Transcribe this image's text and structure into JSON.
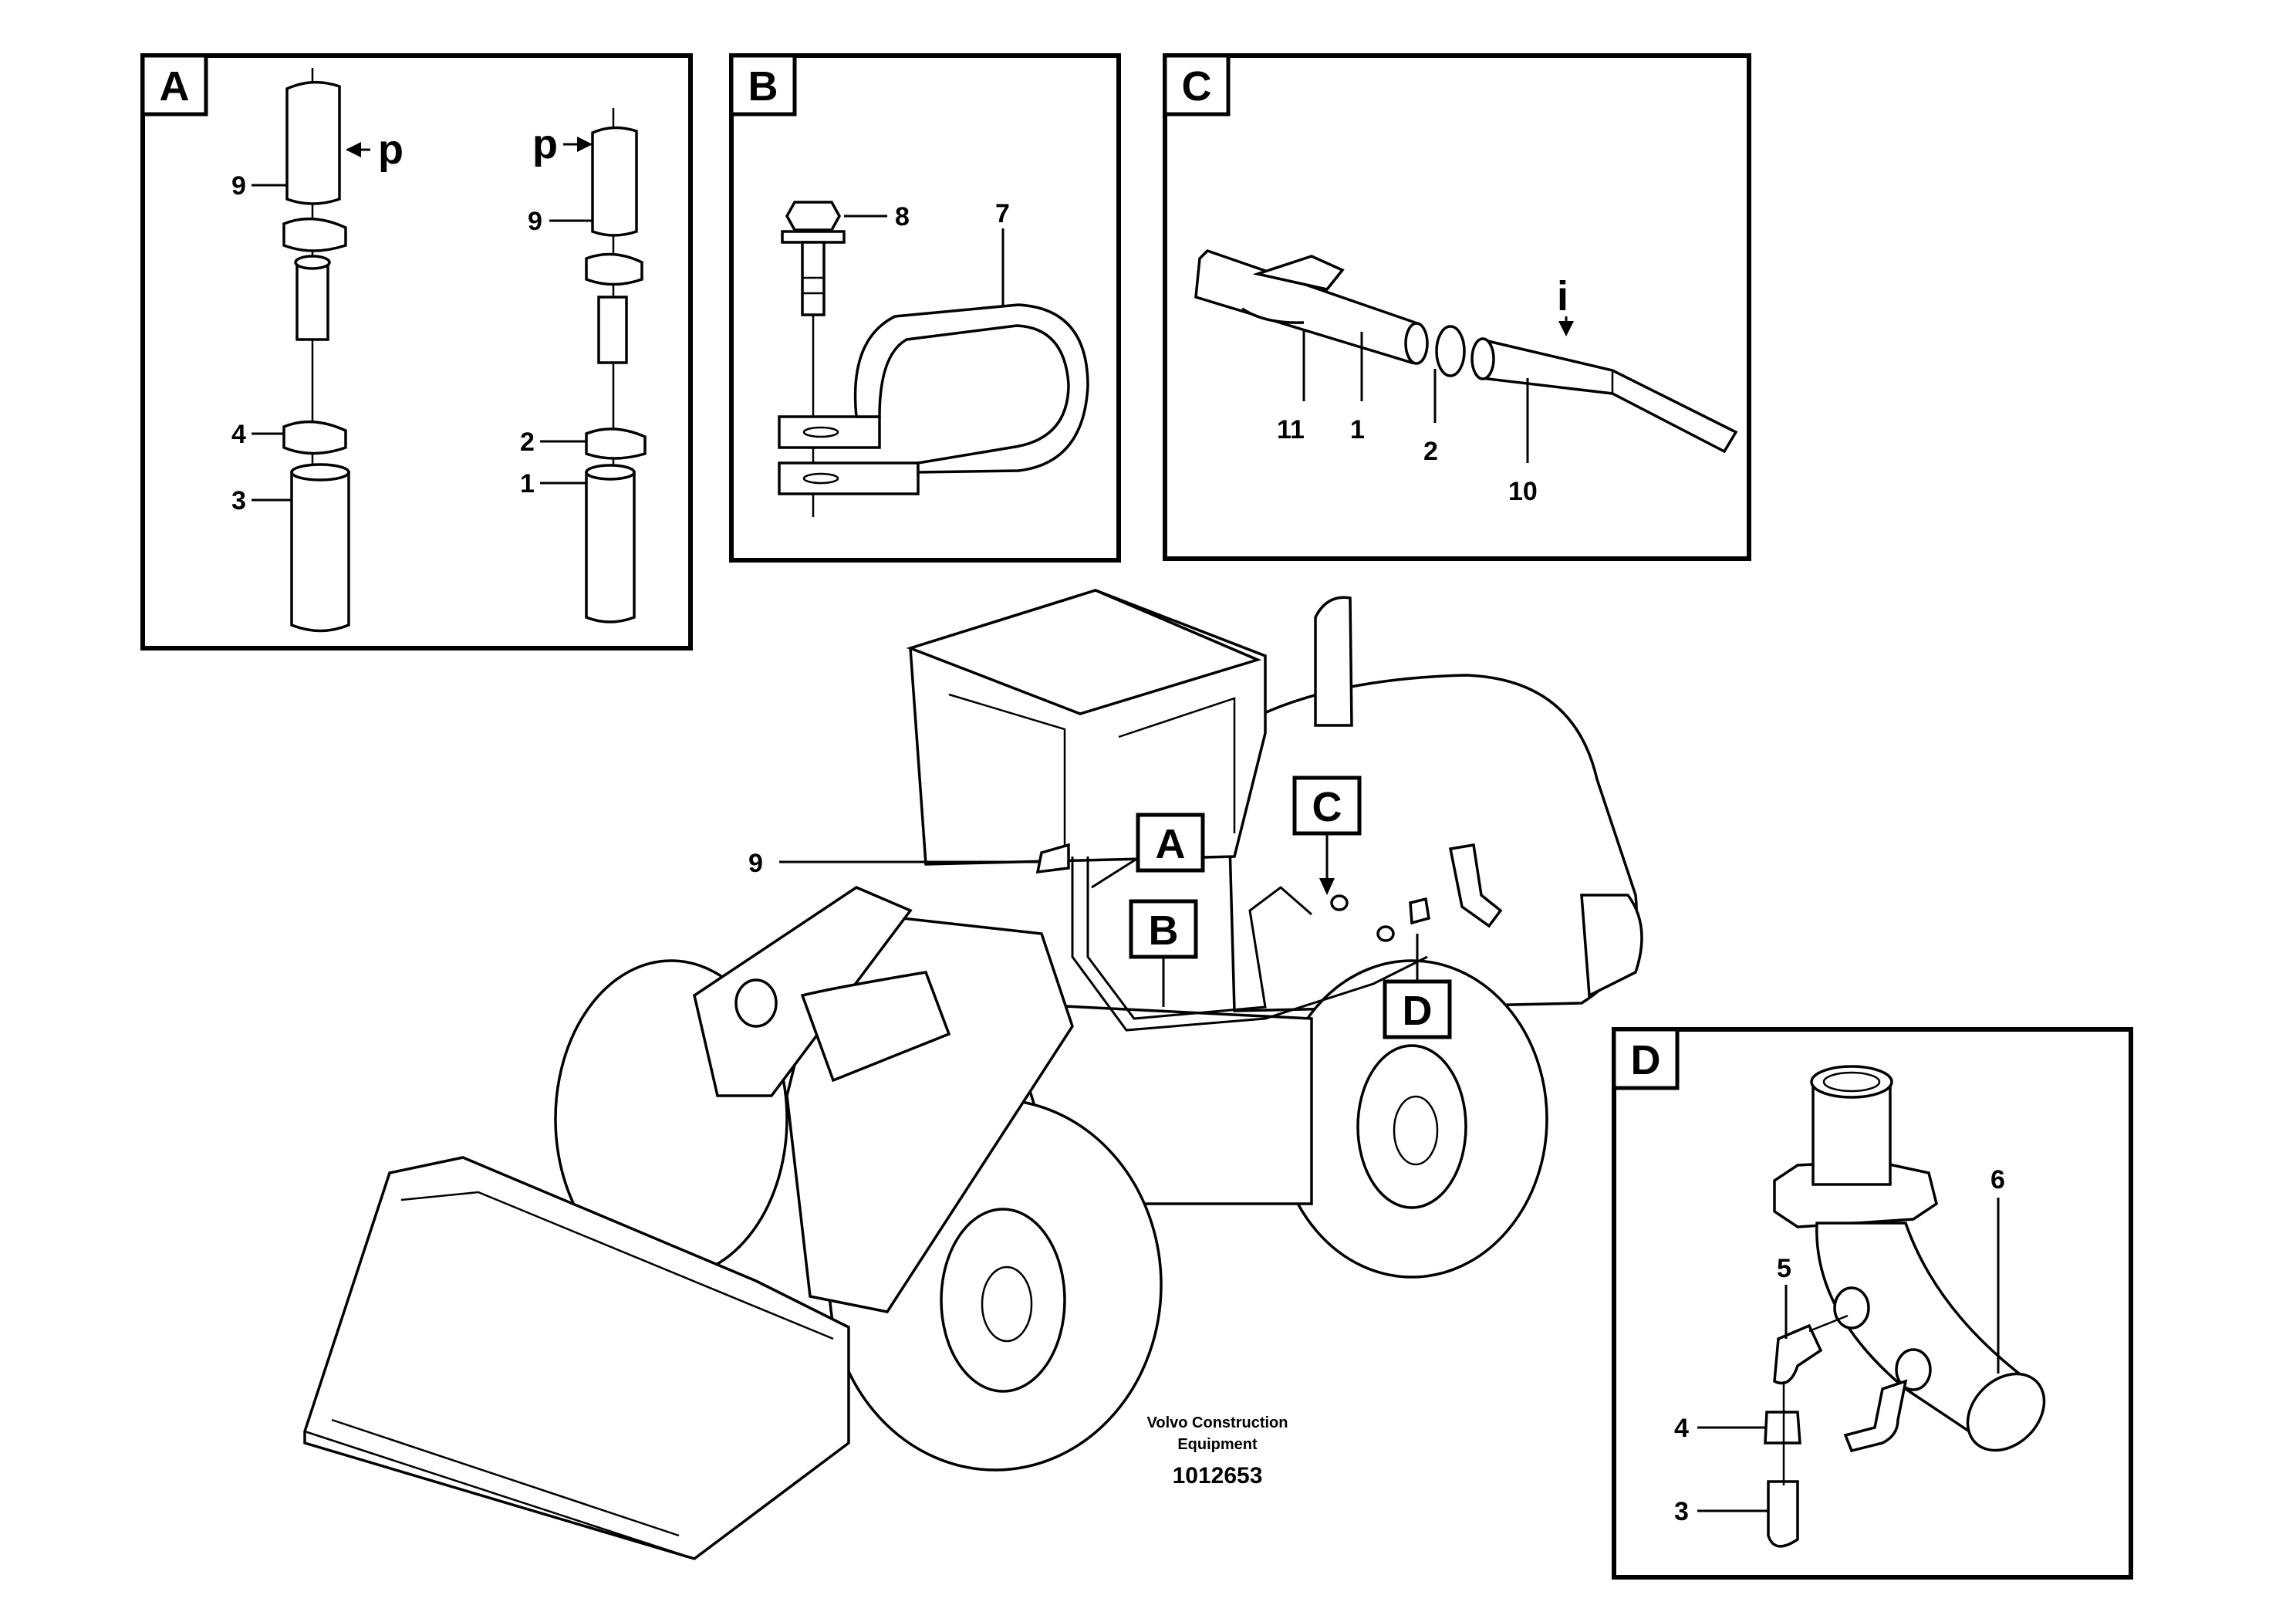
{
  "panels": {
    "A": {
      "tag": "A",
      "labels": [
        "9",
        "4",
        "3",
        "9",
        "2",
        "1"
      ],
      "arrow_labels": [
        "p",
        "p"
      ]
    },
    "B": {
      "tag": "B",
      "labels": [
        "8",
        "7"
      ]
    },
    "C": {
      "tag": "C",
      "labels": [
        "11",
        "1",
        "2",
        "10"
      ],
      "arrow_labels": [
        "i"
      ]
    },
    "D": {
      "tag": "D",
      "labels": [
        "6",
        "5",
        "4",
        "3"
      ]
    }
  },
  "main": {
    "callouts": [
      "A",
      "B",
      "C",
      "D"
    ],
    "labels": [
      "9"
    ]
  },
  "credit": {
    "line1": "Volvo Construction",
    "line2": "Equipment"
  },
  "doc_number": "1012653",
  "icons": [
    "wheel-loader-illustration",
    "hose-clamp-icon",
    "pipe-icon",
    "bolt-icon",
    "bracket-icon",
    "elbow-fitting-icon"
  ]
}
